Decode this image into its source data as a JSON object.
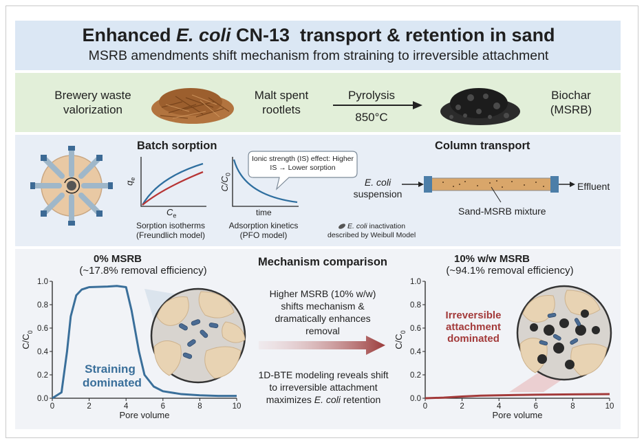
{
  "title": {
    "pre": "Enhanced ",
    "italic": "E. coli",
    "post": " CN-13  transport & retention in sand",
    "subtitle": "MSRB amendments shift mechanism from straining to irreversible attachment"
  },
  "process": {
    "source": "Brewery waste valorization",
    "material": "Malt spent rootlets",
    "step": "Pyrolysis",
    "temperature": "850°C",
    "product": "Biochar (MSRB)"
  },
  "batch": {
    "heading": "Batch sorption",
    "isotherm_ylabel": "q",
    "isotherm_ylabel_sub": "e",
    "isotherm_xlabel": "C",
    "isotherm_xlabel_sub": "e",
    "isotherm_caption": "Sorption isotherms (Freundlich model)",
    "kinetics_ylabel": "C/C",
    "kinetics_ylabel_sub": "0",
    "kinetics_xlabel": "time",
    "kinetics_caption": "Adsorption kinetics (PFO model)",
    "callout": "Ionic strength (IS) effect: Higher IS → Lower sorption"
  },
  "column": {
    "heading": "Column transport",
    "inlet_italic": "E. coli",
    "inlet": "suspension",
    "outlet": "Effluent",
    "media": "Sand-MSRB mixture",
    "inactivation_italic": "E. coli",
    "inactivation": " inactivation",
    "inactivation_line2": "described by Weibull Model"
  },
  "results": {
    "center_heading": "Mechanism comparison",
    "center_text_1": "Higher MSRB (10% w/w) shifts mechanism & dramatically enhances removal",
    "center_text_2_pre": "1D-BTE modeling reveals shift to irreversible attachment maximizes ",
    "center_text_2_italic": "E. coli",
    "center_text_2_post": " retention",
    "left_title": "0% MSRB",
    "left_subtitle": "(~17.8% removal efficiency)",
    "left_annotation": "Straining dominated",
    "right_title": "10% w/w MSRB",
    "right_subtitle": "(~94.1% removal efficiency)",
    "right_annotation": "Irreversible attachment dominated"
  },
  "colors": {
    "curve_blue": "#3a6f9a",
    "curve_red": "#a33a3a",
    "arrow_red": "#9b3c3c",
    "title_band": "#dbe7f4",
    "process_band": "#e2efd9"
  },
  "chart_data": [
    {
      "type": "line",
      "xlabel": "Pore volume",
      "ylabel": "C/C0",
      "xlim": [
        0,
        10
      ],
      "ylim": [
        0,
        1.0
      ],
      "xticks": [
        0,
        2,
        4,
        6,
        8,
        10
      ],
      "yticks": [
        0.0,
        0.2,
        0.4,
        0.6,
        0.8,
        1.0
      ],
      "series": [
        {
          "x": [
            0,
            0.5,
            0.8,
            1.0,
            1.3,
            1.6,
            2.0,
            3.0,
            3.5,
            4.0,
            4.3,
            4.7,
            5.0,
            5.5,
            6.0,
            7.0,
            8.0,
            9.0,
            10.0
          ],
          "y": [
            0.0,
            0.05,
            0.4,
            0.7,
            0.88,
            0.93,
            0.95,
            0.955,
            0.96,
            0.95,
            0.75,
            0.4,
            0.2,
            0.1,
            0.06,
            0.035,
            0.025,
            0.02,
            0.02
          ]
        }
      ]
    },
    {
      "type": "line",
      "xlabel": "Pore volume",
      "ylabel": "C/C0",
      "xlim": [
        0,
        10
      ],
      "ylim": [
        0,
        1.0
      ],
      "xticks": [
        0,
        2,
        4,
        6,
        8,
        10
      ],
      "yticks": [
        0.0,
        0.2,
        0.4,
        0.6,
        0.8,
        1.0
      ],
      "series": [
        {
          "x": [
            0,
            1.0,
            2.0,
            3.0,
            4.0,
            5.0,
            6.0,
            8.0,
            10.0
          ],
          "y": [
            0.0,
            0.005,
            0.015,
            0.022,
            0.025,
            0.028,
            0.03,
            0.033,
            0.035
          ]
        }
      ]
    }
  ]
}
